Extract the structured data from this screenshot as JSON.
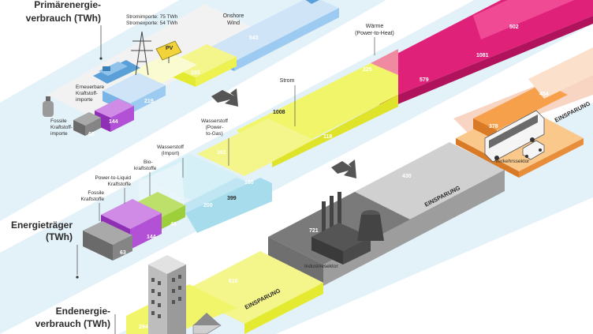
{
  "labels": {
    "primary_title_l1": "Primärenergie-",
    "primary_title_l2": "verbrauch (TWh)",
    "carrier_title_l1": "Energieträger",
    "carrier_title_l2": "(TWh)",
    "final_title_l1": "Endenergie-",
    "final_title_l2": "verbrauch (TWh)"
  },
  "primary": {
    "imports": "Stromimporte: 75 TWh",
    "exports": "Stromexporte: 54 TWh",
    "pv": "PV",
    "onshore_l1": "Onshore",
    "onshore_l2": "Wind",
    "renew_l1": "Erneuerbare",
    "renew_l2": "Kraftstoff-",
    "renew_l3": "importe",
    "fossil_l1": "Fossile",
    "fossil_l2": "Kraftstoff-",
    "fossil_l3": "importe",
    "waerme_l1": "Wärme",
    "waerme_l2": "(Power-to-Heat)",
    "values": {
      "fossil": "63",
      "purple": "144",
      "renew": "219",
      "pv": "193",
      "onshore": "543",
      "waerme_top": "502",
      "waerme_mid": "1081",
      "waerme_low": "579",
      "y225": "225"
    }
  },
  "flows": {
    "strom": "Strom",
    "strom_value": "1008",
    "strom_value2": "118",
    "wasserstoff_p2g_l1": "Wasserstoff",
    "wasserstoff_p2g_l2": "(Power-",
    "wasserstoff_p2g_l3": "to-Gas)",
    "p2g_value": "161",
    "wasserstoff_imp_l1": "Wasserstoff",
    "wasserstoff_imp_l2": "(Import)"
  },
  "carriers": {
    "bio_l1": "Bio-",
    "bio_l2": "kraftstoffe",
    "ptl_l1": "Power-to-Liquid",
    "ptl_l2": "Kraftstoffe",
    "fossil_l1": "Fossile",
    "fossil_l2": "Kraftstoffe",
    "values": {
      "fossil": "63",
      "purple": "144",
      "green": "48",
      "lightblue1": "200",
      "lightblue2": "399",
      "lightblue3": "100"
    }
  },
  "sectors": {
    "industry": "Industriesektor",
    "industry_value": "721",
    "industry_saving_value": "430",
    "traffic": "Verkehrssektor",
    "traffic_value": "378",
    "traffic_saving_value": "454",
    "saving": "EINSPARUNG",
    "building_value": "610",
    "building_small_value": "294"
  },
  "colors": {
    "stripe": "#dfeff8",
    "yellow_top": "#f4f58a",
    "yellow_side": "#e4ea2f",
    "magenta": "#e0217a",
    "pink_light": "#f5c7b6",
    "blue": "#8fc3ea",
    "blue_dark": "#5a9fd8",
    "lightblue": "#bfe6f2",
    "purple": "#b251d6",
    "green": "#9dcf3b",
    "grey": "#7f7f7f",
    "dark_grey": "#555555",
    "orange": "#f6a04b"
  }
}
